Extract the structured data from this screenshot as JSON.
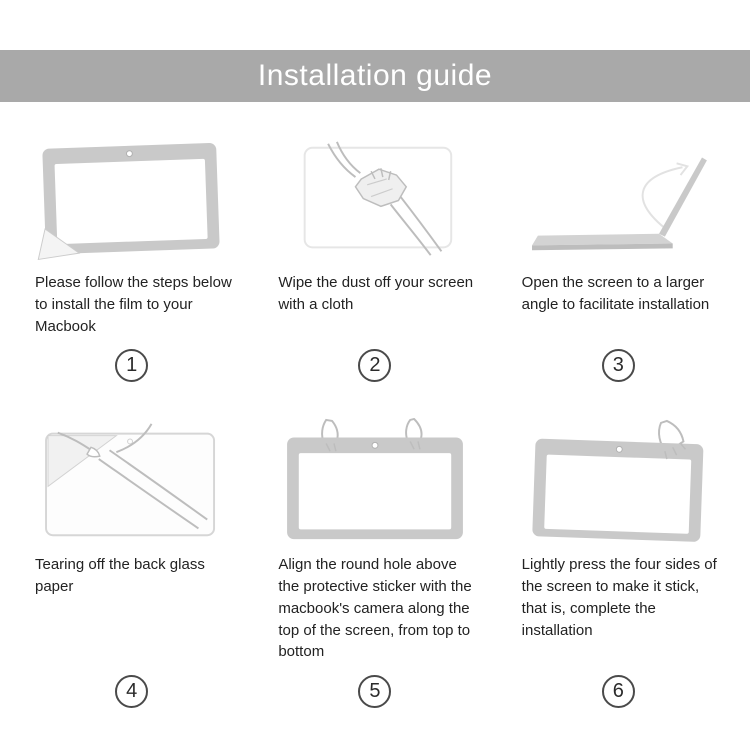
{
  "header": {
    "title": "Installation guide",
    "background_color": "#a9a9a9",
    "text_color": "#ffffff"
  },
  "steps": [
    {
      "number": "1",
      "caption": "Please follow the steps below to install the film to your Macbook",
      "illustration": "macbook-film-peel-icon"
    },
    {
      "number": "2",
      "caption": "Wipe the dust off your screen with a cloth",
      "illustration": "wipe-screen-cloth-icon"
    },
    {
      "number": "3",
      "caption": "Open the screen to a larger angle to facilitate installation",
      "illustration": "open-laptop-angle-icon"
    },
    {
      "number": "4",
      "caption": "Tearing off the back glass paper",
      "illustration": "tear-back-paper-icon"
    },
    {
      "number": "5",
      "caption": "Align the round hole above the protective sticker with the macbook's camera along the top of the screen, from top to bottom",
      "illustration": "align-film-camera-icon"
    },
    {
      "number": "6",
      "caption": "Lightly press the four sides of the screen to make it stick, that is, complete the installation",
      "illustration": "press-four-sides-icon"
    }
  ]
}
